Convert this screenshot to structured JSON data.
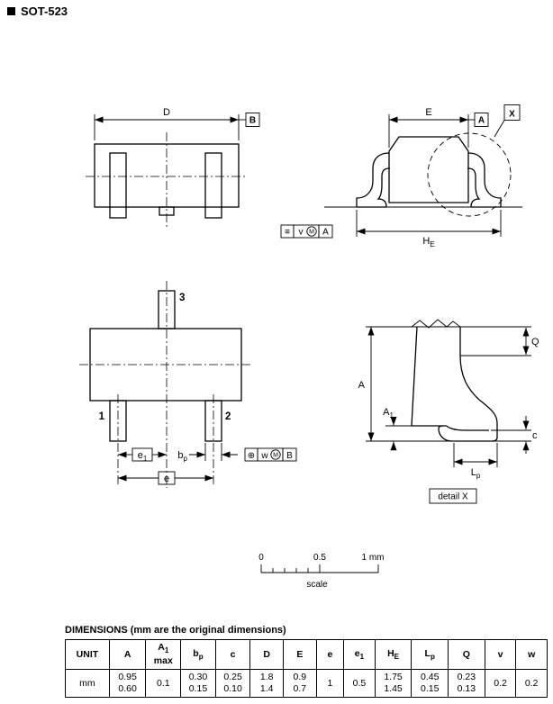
{
  "header": {
    "title": "SOT-523"
  },
  "front_view": {
    "dim_d": "D",
    "datum_b": "B"
  },
  "side_view": {
    "dim_e": "E",
    "datum_a": "A",
    "detail_marker": "X",
    "he_base": "H",
    "he_sub": "E",
    "fcf": {
      "sym": "≡",
      "tol": "v",
      "mod": "M",
      "datum": "A"
    }
  },
  "top_view": {
    "pin1": "1",
    "pin2": "2",
    "pin3": "3",
    "e1_base": "e",
    "e1_sub": "1",
    "bp_base": "b",
    "bp_sub": "p",
    "dim_e": "e",
    "fcf": {
      "sym": "⊕",
      "tol": "w",
      "mod": "M",
      "datum": "B"
    }
  },
  "detail_view": {
    "dim_a": "A",
    "a1_base": "A",
    "a1_sub": "1",
    "dim_q": "Q",
    "dim_c": "c",
    "lp_base": "L",
    "lp_sub": "p",
    "caption": "detail X"
  },
  "scale_bar": {
    "t0": "0",
    "t05": "0.5",
    "t1": "1 mm",
    "label": "scale"
  },
  "table": {
    "caption": "DIMENSIONS (mm are the original dimensions)",
    "headers": [
      {
        "label": "UNIT"
      },
      {
        "base": "A"
      },
      {
        "base": "A",
        "sub": "1",
        "line2": "max"
      },
      {
        "base": "b",
        "sub": "p"
      },
      {
        "base": "c"
      },
      {
        "base": "D"
      },
      {
        "base": "E"
      },
      {
        "base": "e"
      },
      {
        "base": "e",
        "sub": "1"
      },
      {
        "base": "H",
        "sub": "E"
      },
      {
        "base": "L",
        "sub": "p"
      },
      {
        "base": "Q"
      },
      {
        "base": "v"
      },
      {
        "base": "w"
      }
    ],
    "values": {
      "unit": "mm",
      "A": [
        "0.95",
        "0.60"
      ],
      "A1": [
        "0.1"
      ],
      "bp": [
        "0.30",
        "0.15"
      ],
      "c": [
        "0.25",
        "0.10"
      ],
      "D": [
        "1.8",
        "1.4"
      ],
      "E": [
        "0.9",
        "0.7"
      ],
      "e": [
        "1"
      ],
      "e1": [
        "0.5"
      ],
      "HE": [
        "1.75",
        "1.45"
      ],
      "Lp": [
        "0.45",
        "0.15"
      ],
      "Q": [
        "0.23",
        "0.13"
      ],
      "v": [
        "0.2"
      ],
      "w": [
        "0.2"
      ]
    }
  }
}
